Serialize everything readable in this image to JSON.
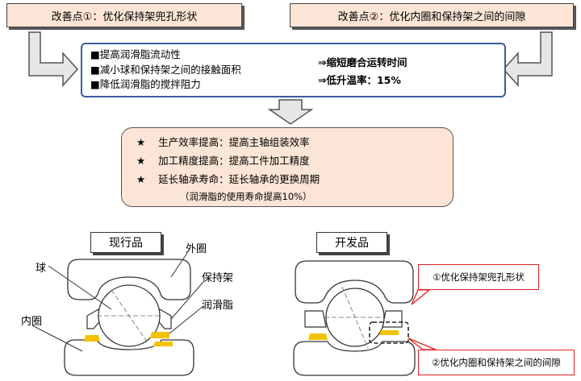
{
  "improvements": {
    "point1": "改善点①：优化保持架兜孔形状",
    "point2": "改善点②：优化内圈和保持架之间的间隙"
  },
  "middle": {
    "left_items": [
      "■提高润滑脂流动性",
      "■减小球和保持架之间的接触面积",
      "■降低润滑脂的搅拌阻力"
    ],
    "right_items": [
      "⇒缩短磨合运转时间",
      "⇒低升温率：15%"
    ]
  },
  "effects": {
    "items": [
      {
        "star": "★",
        "text": "生产效率提高：提高主轴组装效率"
      },
      {
        "star": "★",
        "text": "加工精度提高：提高工件加工精度"
      },
      {
        "star": "★",
        "text": "延长轴承寿命：延长轴承的更换周期"
      }
    ],
    "note": "（润滑脂的使用寿命提高10%）"
  },
  "current": {
    "title": "现行品",
    "labels": {
      "ball": "球",
      "outer": "外圈",
      "cage": "保持架",
      "grease": "润滑脂",
      "inner": "内圈"
    }
  },
  "developed": {
    "title": "开发品",
    "callout1": "①优化保持架兜孔形状",
    "callout2": "②优化内圈和保持架之间的间隙"
  },
  "colors": {
    "accent_orange": "#fce4d6",
    "grease_yellow": "#f2c200",
    "frame_blue": "#3a5ba0",
    "callout_red": "#e02020"
  }
}
